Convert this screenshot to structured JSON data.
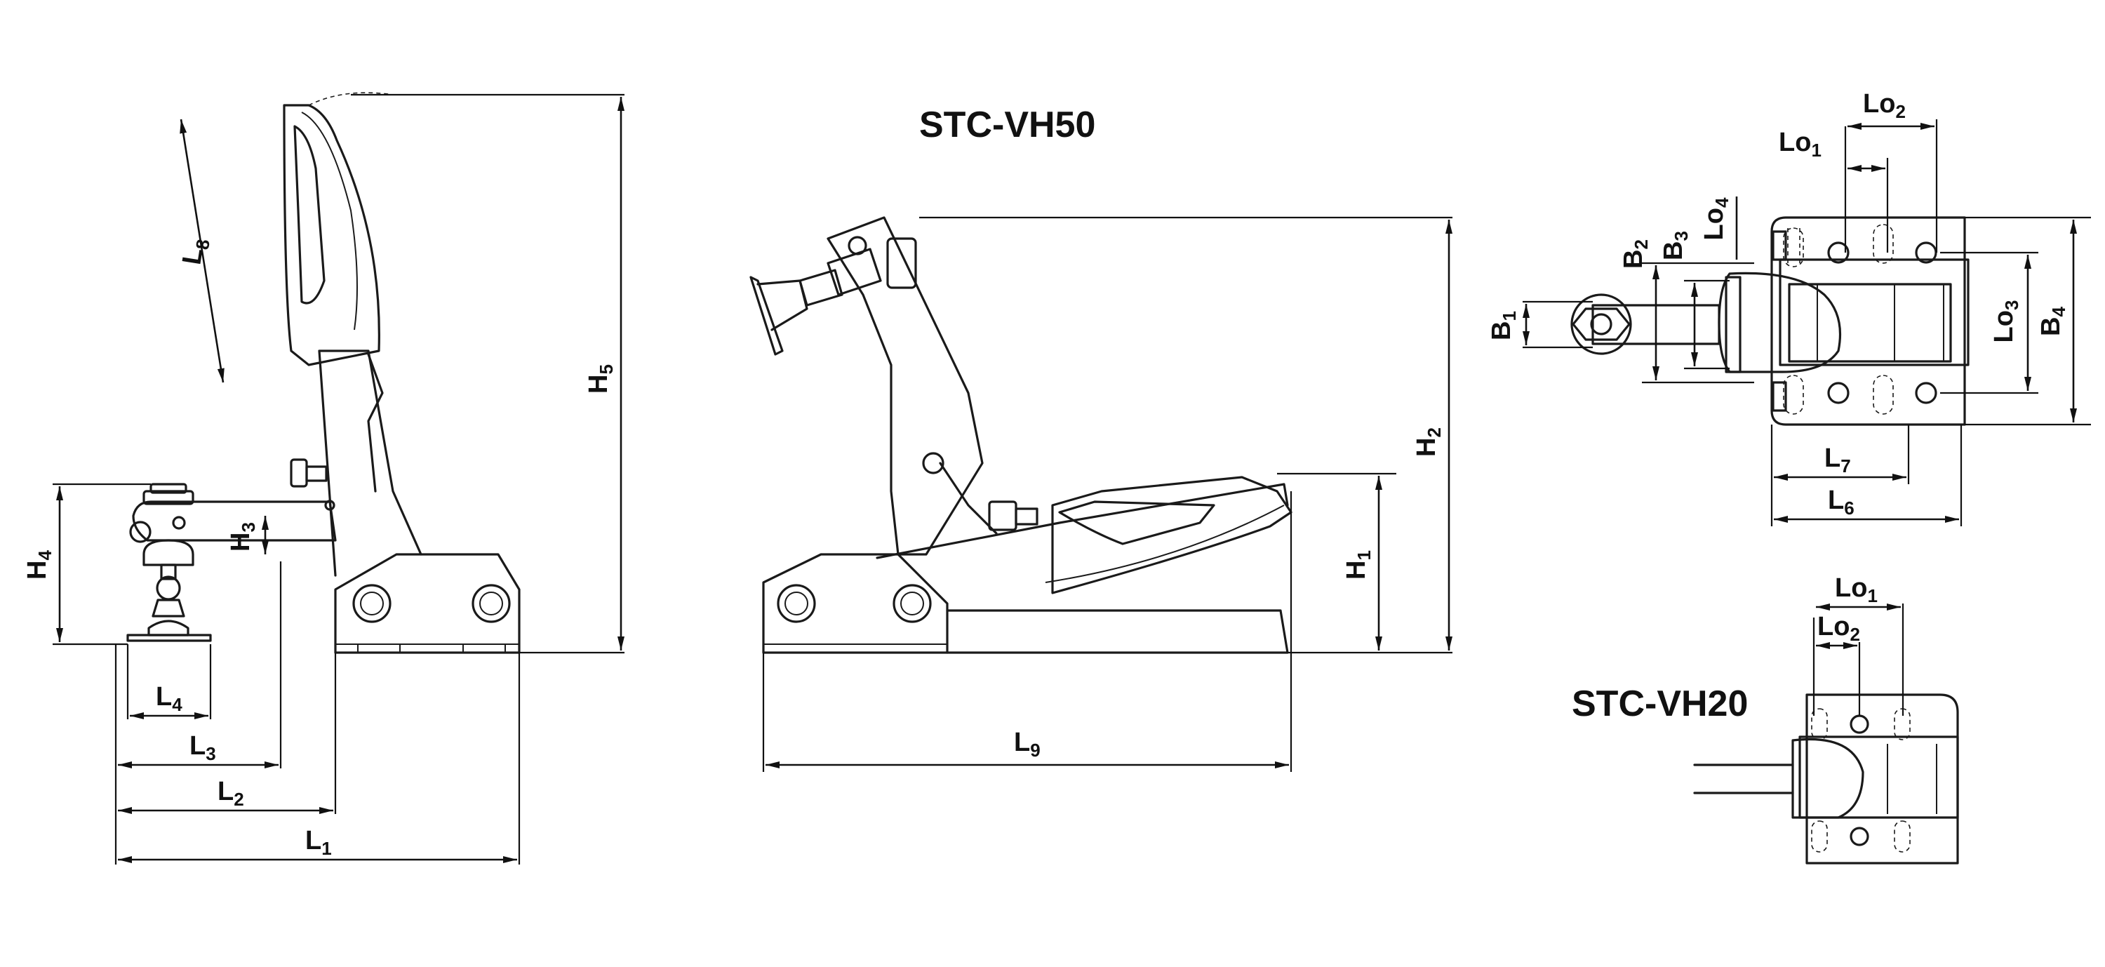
{
  "titles": {
    "vh50": "STC-VH50",
    "vh20": "STC-VH20"
  },
  "dims": {
    "L1": {
      "main": "L",
      "sub": "1"
    },
    "L2": {
      "main": "L",
      "sub": "2"
    },
    "L3": {
      "main": "L",
      "sub": "3"
    },
    "L4": {
      "main": "L",
      "sub": "4"
    },
    "L6": {
      "main": "L",
      "sub": "6"
    },
    "L7": {
      "main": "L",
      "sub": "7"
    },
    "L8": {
      "main": "L",
      "sub": "8"
    },
    "L9": {
      "main": "L",
      "sub": "9"
    },
    "H1": {
      "main": "H",
      "sub": "1"
    },
    "H2": {
      "main": "H",
      "sub": "2"
    },
    "H3": {
      "main": "H",
      "sub": "3"
    },
    "H4": {
      "main": "H",
      "sub": "4"
    },
    "H5": {
      "main": "H",
      "sub": "5"
    },
    "B1": {
      "main": "B",
      "sub": "1"
    },
    "B2": {
      "main": "B",
      "sub": "2"
    },
    "B3": {
      "main": "B",
      "sub": "3"
    },
    "B4": {
      "main": "B",
      "sub": "4"
    },
    "Lo1": {
      "main": "Lo",
      "sub": "1"
    },
    "Lo2": {
      "main": "Lo",
      "sub": "2"
    },
    "Lo3": {
      "main": "Lo",
      "sub": "3"
    },
    "Lo4": {
      "main": "Lo",
      "sub": "4"
    },
    "Lo1b": {
      "main": "Lo",
      "sub": "1"
    },
    "Lo2b": {
      "main": "Lo",
      "sub": "2"
    }
  }
}
